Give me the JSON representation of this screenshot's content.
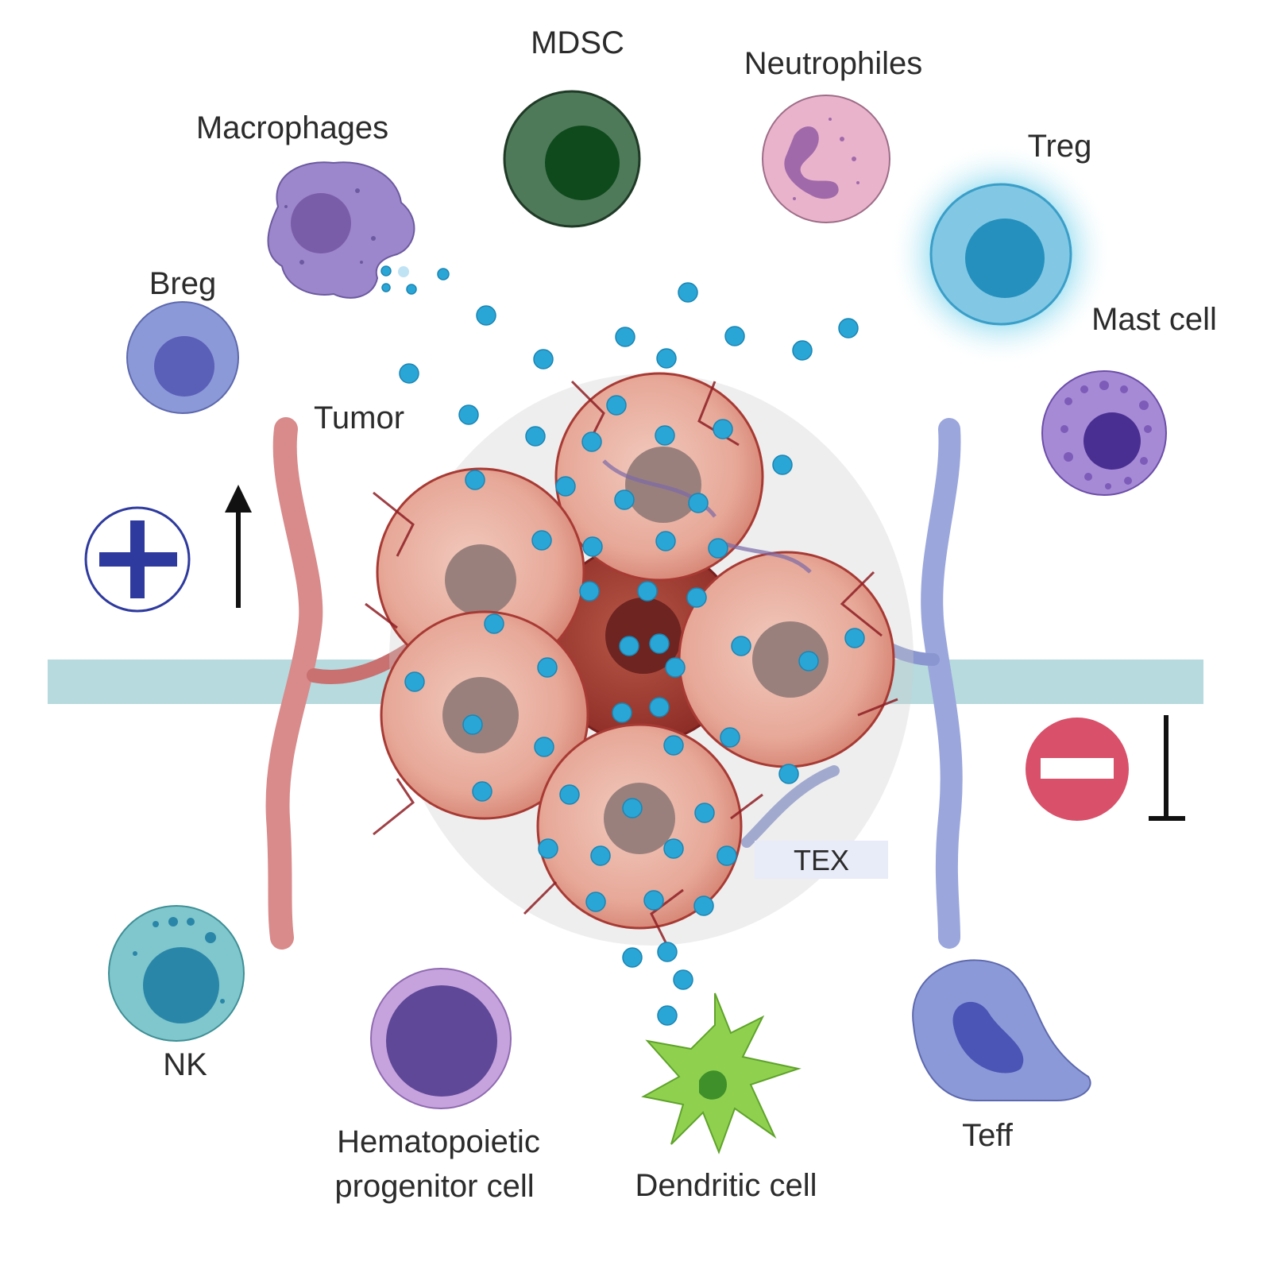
{
  "labels": {
    "mdsc": "MDSC",
    "neutrophiles": "Neutrophiles",
    "macrophages": "Macrophages",
    "treg": "Treg",
    "breg": "Breg",
    "mast_cell": "Mast cell",
    "tumor": "Tumor",
    "tex": "TEX",
    "nk": "NK",
    "hematopoietic_line1": "Hematopoietic",
    "hematopoietic_line2": "progenitor cell",
    "dendritic_cell": "Dendritic cell",
    "teff": "Teff"
  },
  "colors": {
    "band": "#a9d4d8",
    "artery": "#d98a8a",
    "vein": "#9aa6dc",
    "exosome": "#2aa6d6",
    "plus_sign": "#2e3a9e",
    "minus_circle": "#d9506a"
  }
}
